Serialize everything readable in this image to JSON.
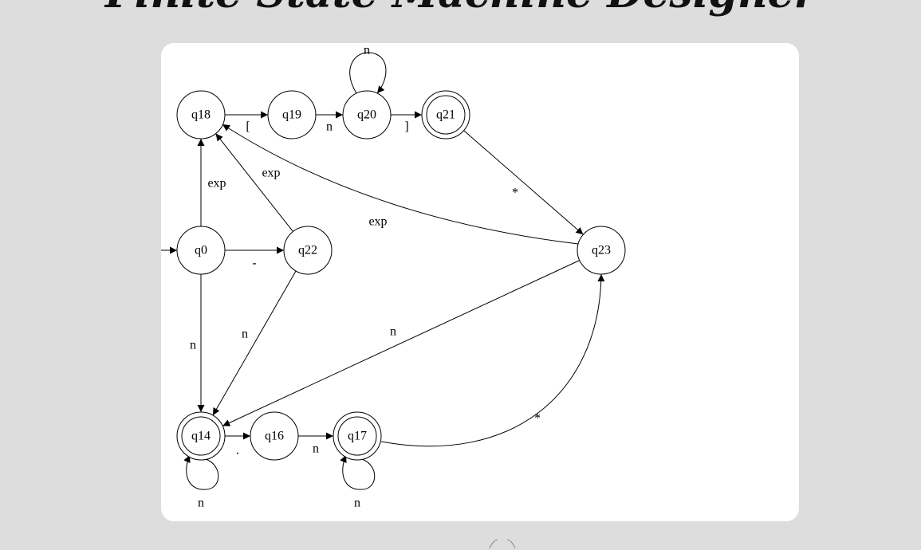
{
  "title": "Finite State Machine Designer",
  "diagram": {
    "start_state": "q0",
    "states": [
      {
        "id": "q18",
        "label": "q18",
        "accepting": false
      },
      {
        "id": "q19",
        "label": "q19",
        "accepting": false
      },
      {
        "id": "q20",
        "label": "q20",
        "accepting": false
      },
      {
        "id": "q21",
        "label": "q21",
        "accepting": true
      },
      {
        "id": "q0",
        "label": "q0",
        "accepting": false
      },
      {
        "id": "q22",
        "label": "q22",
        "accepting": false
      },
      {
        "id": "q23",
        "label": "q23",
        "accepting": false
      },
      {
        "id": "q14",
        "label": "q14",
        "accepting": true
      },
      {
        "id": "q16",
        "label": "q16",
        "accepting": false
      },
      {
        "id": "q17",
        "label": "q17",
        "accepting": true
      }
    ],
    "transitions": [
      {
        "from": "q18",
        "to": "q19",
        "label": "["
      },
      {
        "from": "q19",
        "to": "q20",
        "label": "n"
      },
      {
        "from": "q20",
        "to": "q20",
        "label": "n"
      },
      {
        "from": "q20",
        "to": "q21",
        "label": "]"
      },
      {
        "from": "q21",
        "to": "q23",
        "label": "*"
      },
      {
        "from": "q23",
        "to": "q18",
        "label": "exp"
      },
      {
        "from": "q0",
        "to": "q18",
        "label": "exp"
      },
      {
        "from": "q22",
        "to": "q18",
        "label": "exp"
      },
      {
        "from": "q0",
        "to": "q22",
        "label": "-"
      },
      {
        "from": "q0",
        "to": "q14",
        "label": "n"
      },
      {
        "from": "q22",
        "to": "q14",
        "label": "n"
      },
      {
        "from": "q23",
        "to": "q14",
        "label": "n"
      },
      {
        "from": "q14",
        "to": "q16",
        "label": "."
      },
      {
        "from": "q14",
        "to": "q14",
        "label": "n"
      },
      {
        "from": "q16",
        "to": "q17",
        "label": "n"
      },
      {
        "from": "q17",
        "to": "q17",
        "label": "n"
      },
      {
        "from": "q17",
        "to": "q23",
        "label": "*"
      }
    ]
  }
}
